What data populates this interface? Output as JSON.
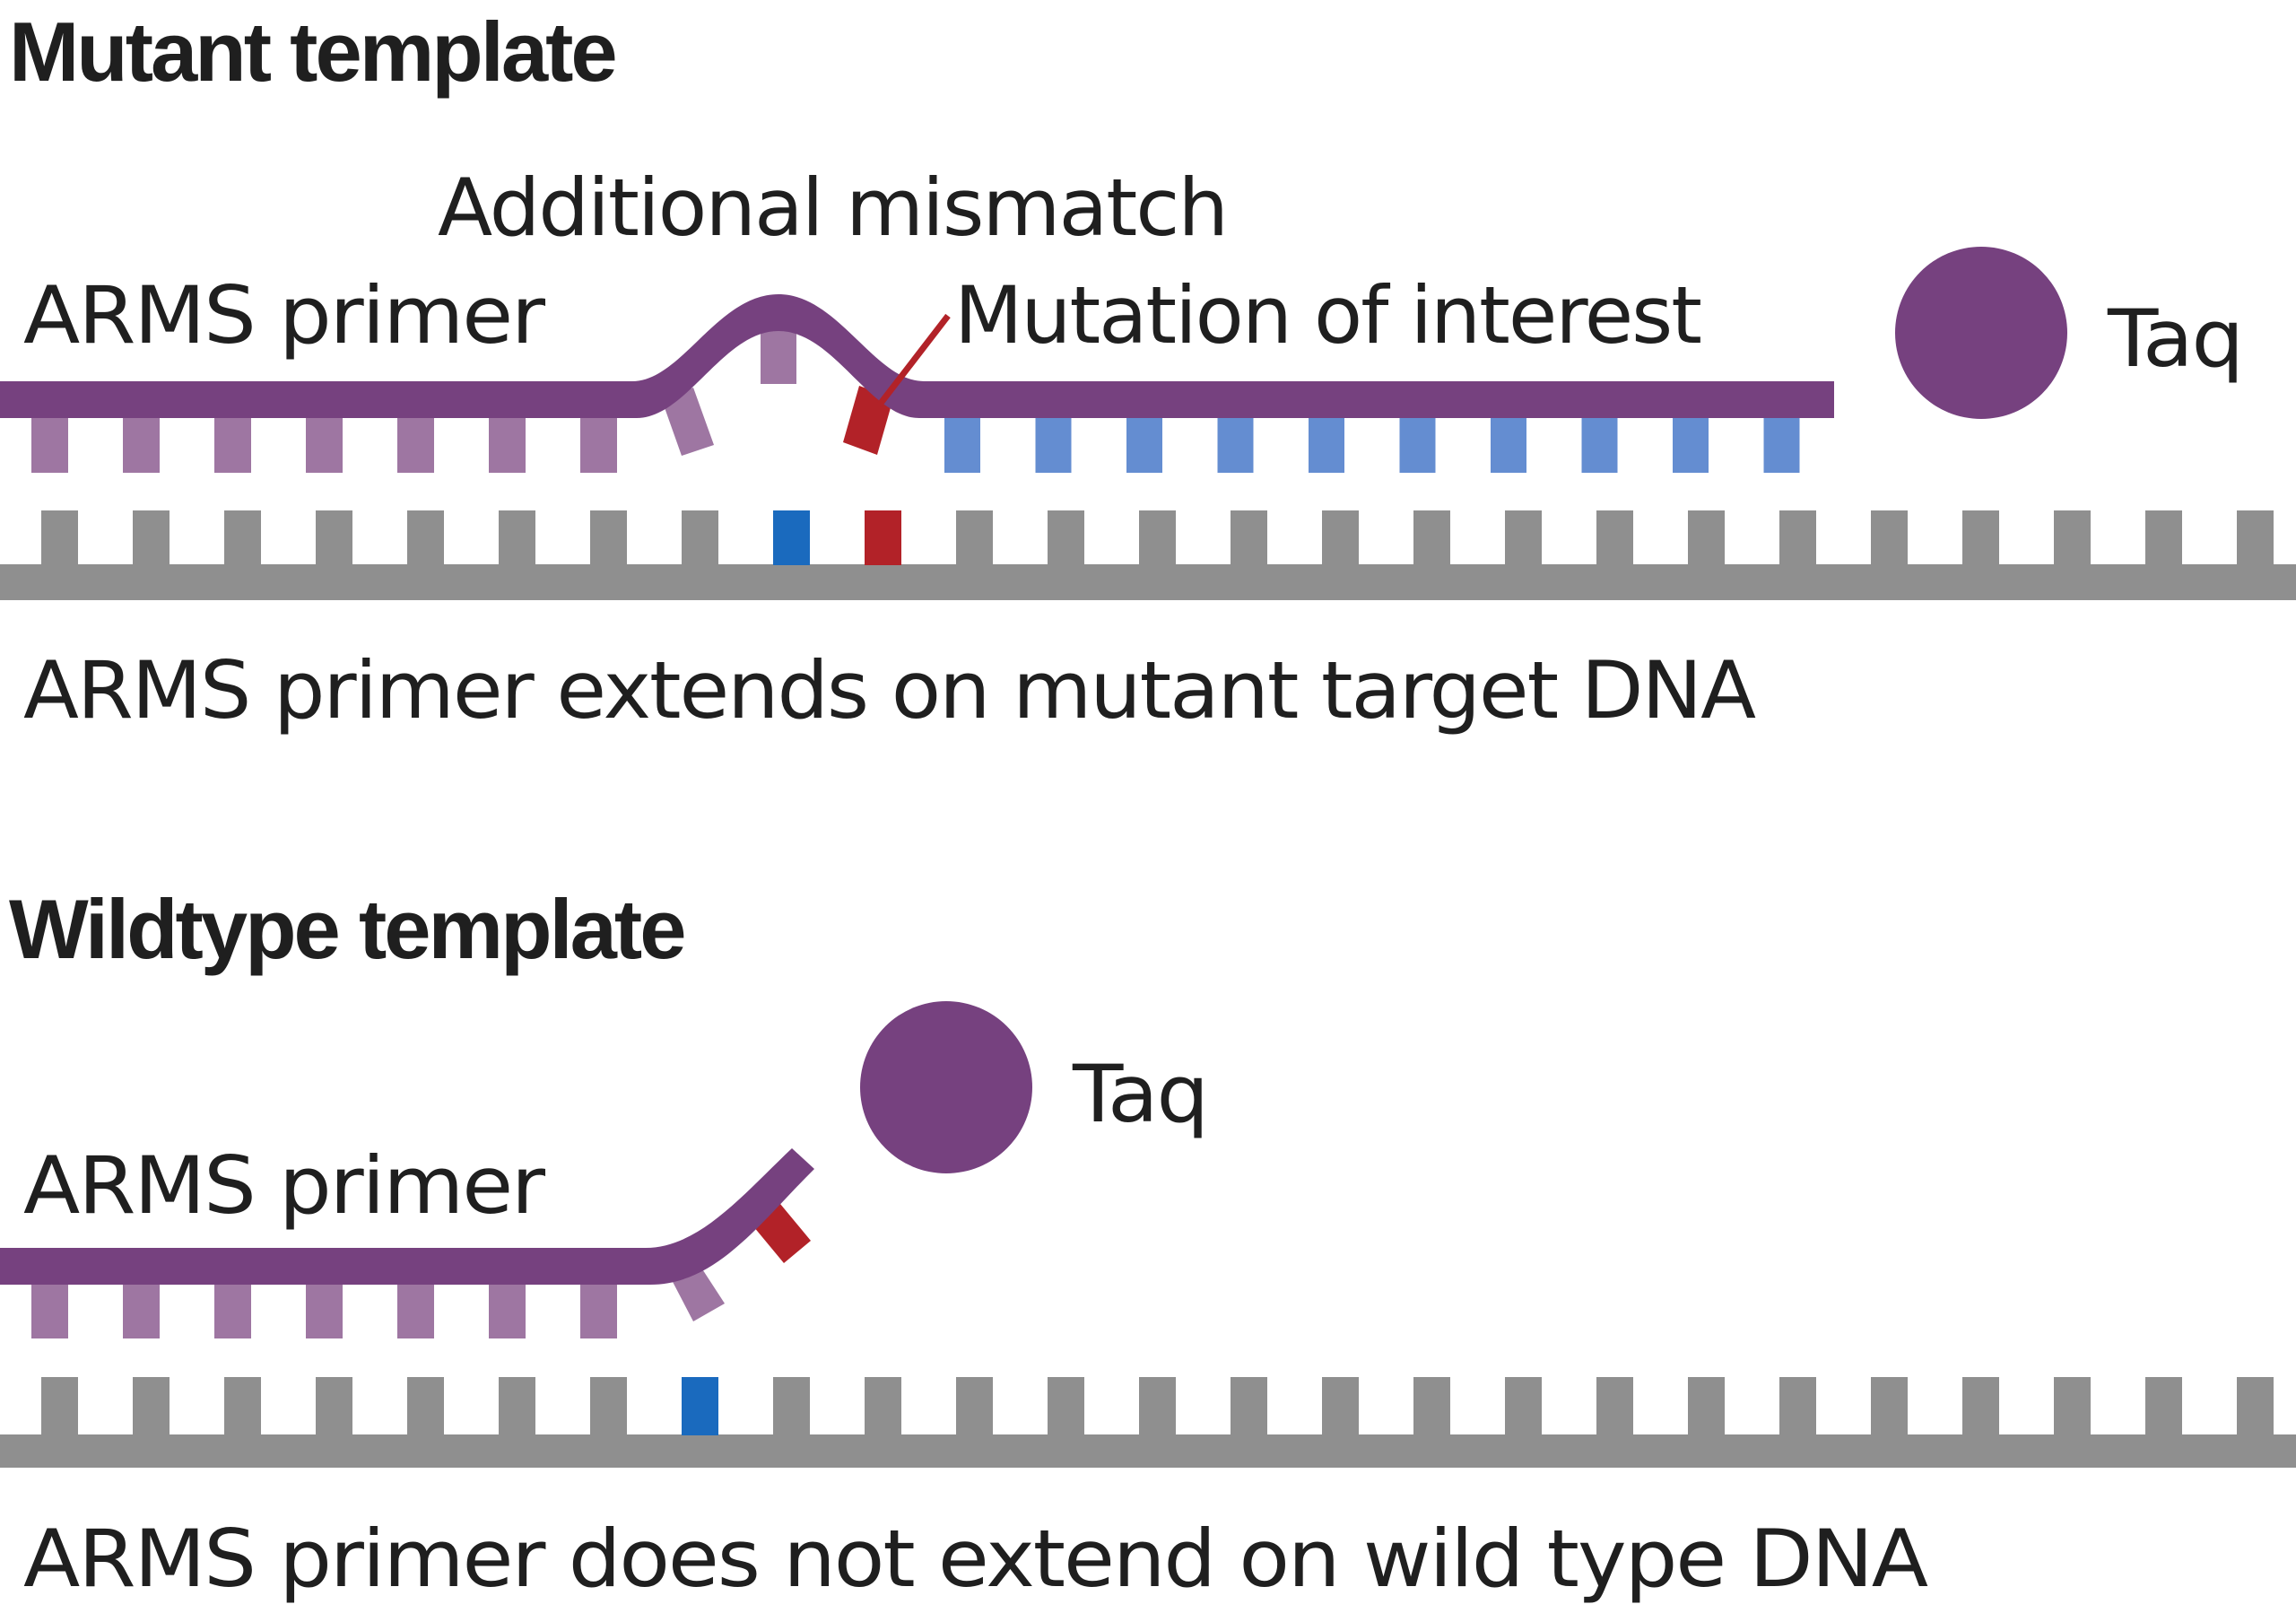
{
  "colors": {
    "primer": "#76417f",
    "primer_base": "#9e76a2",
    "extension_base": "#648dd1",
    "template": "#8f8f8f",
    "template_match_base": "#1a6abe",
    "mutation": "#b22228",
    "taq": "#76417f",
    "text": "#1f1f1f"
  },
  "mutant_panel": {
    "heading": "Mutant template",
    "primer_label": "ARMS primer",
    "additional_mismatch_label": "Additional mismatch",
    "mutation_label": "Mutation of interest",
    "taq_label": "Taq",
    "caption": "ARMS primer extends on mutant target DNA",
    "template_base_count": 25,
    "template_highlight_bases": [
      {
        "index": 8,
        "type": "template_match_base"
      },
      {
        "index": 9,
        "type": "mutation"
      }
    ],
    "primer_paired_base_count": 7,
    "extension_base_count": 10,
    "primer_extended": true
  },
  "wildtype_panel": {
    "heading": "Wildtype template",
    "primer_label": "ARMS primer",
    "taq_label": "Taq",
    "caption": "ARMS primer does not extend on wild type DNA",
    "template_base_count": 25,
    "template_highlight_bases": [
      {
        "index": 7,
        "type": "template_match_base"
      }
    ],
    "primer_paired_base_count": 7,
    "extension_base_count": 0,
    "primer_extended": false
  }
}
